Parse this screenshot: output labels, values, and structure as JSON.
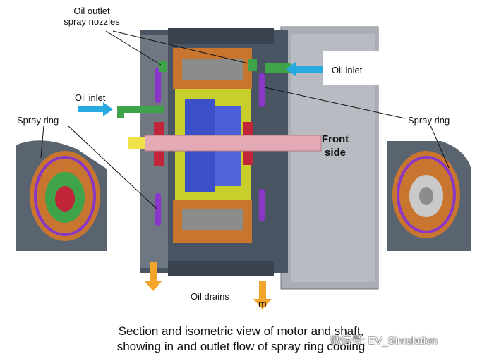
{
  "labels": {
    "oil_outlet_line1": "Oil outlet",
    "oil_outlet_line2": "spray nozzles",
    "oil_inlet_left": "Oil inlet",
    "oil_inlet_right": "Oil inlet",
    "spray_ring_left": "Spray ring",
    "spray_ring_right": "Spray ring",
    "front_line1": "Front",
    "front_line2": "side",
    "oil_drains": "Oil drains",
    "drain_symbol": "m"
  },
  "caption": {
    "line1": "Section and isometric view of motor and shaft,",
    "line2": "showing in and outlet flow of spray ring cooling"
  },
  "watermark": {
    "text": "微信号: EV_Simulation"
  },
  "colors": {
    "housing": "#4a5563",
    "housing_light": "#8c949e",
    "stator_copper": "#c8762f",
    "rotor_blue": "#3b4fc8",
    "yellow_green": "#c9cf2a",
    "shaft_pink": "#e3a9b4",
    "spray_ring": "#8a36c9",
    "arrow_blue": "#27a9e1",
    "arrow_orange": "#f2a52a",
    "nozzle_green": "#3fa34a",
    "red_bearing": "#c2253a"
  }
}
